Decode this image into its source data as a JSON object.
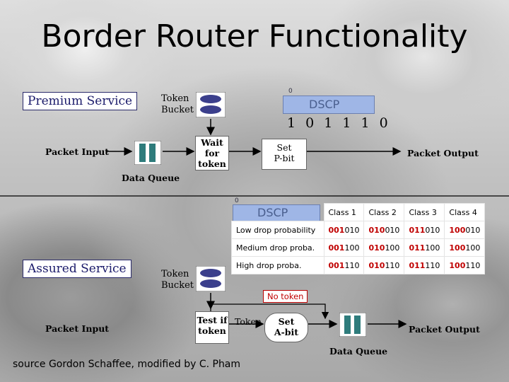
{
  "title": "Border Router Functionality",
  "premium": {
    "service_label": "Premium Service",
    "token_label": "Token\nBucket",
    "wait_label": "Wait\nfor\ntoken",
    "set_label": "Set\nP-bit",
    "packet_input": "Packet Input",
    "packet_output": "Packet Output",
    "queue_label": "Data Queue",
    "dscp_zero": "0",
    "dscp_caption": "DSCP",
    "dscp_bits": "1 0 1 1 1 0"
  },
  "assured": {
    "service_label": "Assured Service",
    "token_label": "Token\nBucket",
    "test_label": "Test if\ntoken",
    "token_arrow_label": "Token",
    "set_label": "Set\nA-bit",
    "no_token_label": "No token",
    "packet_input": "Packet Input",
    "packet_output": "Packet Output",
    "queue_label": "Data Queue",
    "dscp_zero": "0",
    "dscp_caption": "DSCP"
  },
  "class_table": {
    "headers": [
      "Class 1",
      "Class 2",
      "Class 3",
      "Class 4"
    ],
    "rows": [
      {
        "label": "Low drop probability",
        "cells": [
          [
            "001",
            "010"
          ],
          [
            "010",
            "010"
          ],
          [
            "011",
            "010"
          ],
          [
            "100",
            "010"
          ]
        ]
      },
      {
        "label": "Medium drop proba.",
        "cells": [
          [
            "001",
            "100"
          ],
          [
            "010",
            "100"
          ],
          [
            "011",
            "100"
          ],
          [
            "100",
            "100"
          ]
        ]
      },
      {
        "label": "High drop proba.",
        "cells": [
          [
            "001",
            "110"
          ],
          [
            "010",
            "110"
          ],
          [
            "011",
            "110"
          ],
          [
            "100",
            "110"
          ]
        ]
      }
    ]
  },
  "source": "source Gordon Schaffee, modified by C. Pham",
  "colors": {
    "queue": "#2e7c7c",
    "bucket": "#3b3f8c",
    "dscp_bar": "#9fb6e6",
    "table_red": "#c00000",
    "service_text": "#1a1a6a"
  }
}
